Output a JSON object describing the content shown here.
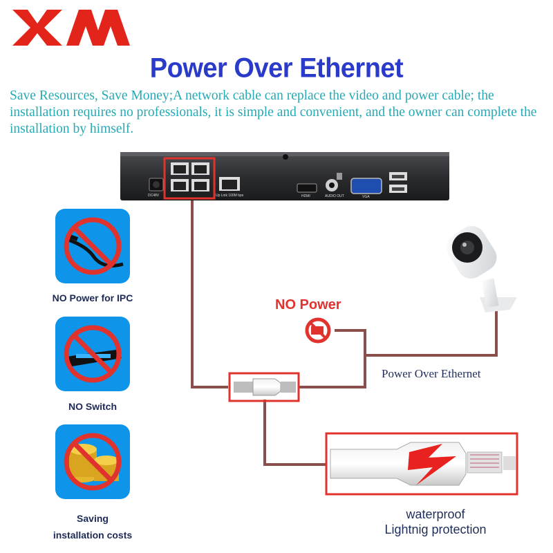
{
  "brand": {
    "logo_text": "XM",
    "color": "#e3241b"
  },
  "header": {
    "title": "Power Over Ethernet",
    "subtitle": "Save Resources, Save Money;A network cable can replace the video and power cable; the installation requires no professionals, it is simple and convenient, and the owner can complete the installation by himself."
  },
  "features": [
    {
      "label": "NO Power for IPC",
      "icon": "power-cable-prohibited-icon"
    },
    {
      "label": "NO Switch",
      "icon": "switch-prohibited-icon"
    },
    {
      "label": "Saving installation costs",
      "line1": "Saving",
      "line2": "installation costs",
      "icon": "coins-prohibited-icon"
    }
  ],
  "diagram": {
    "no_power_label": "NO Power",
    "poe_label": "Power Over Ethernet",
    "waterproof_line1": "waterproof",
    "waterproof_line2": "Lightnig protection",
    "nvr_port_labels": {
      "dc": "DC48V",
      "lan": "Up Link 100M bps",
      "hdmi": "HDMI",
      "audio": "AUDIO OUT",
      "vga": "VGA"
    }
  },
  "colors": {
    "title": "#2b3bc9",
    "subtitle": "#27a9b4",
    "highlight": "#e0332e",
    "cable": "#8a4f4a"
  }
}
